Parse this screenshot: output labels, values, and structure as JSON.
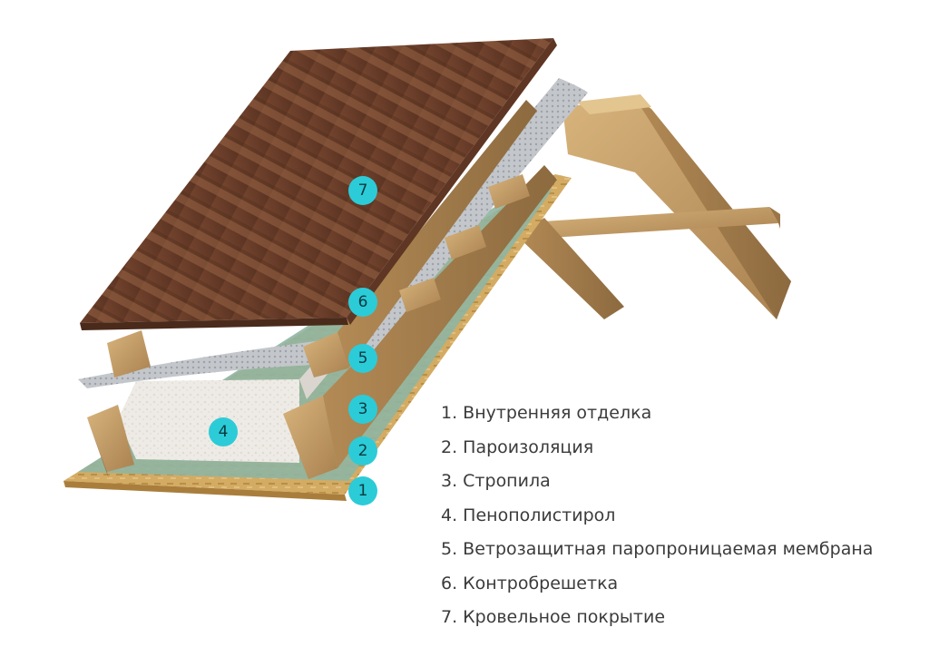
{
  "layers": [
    {
      "number": "1",
      "label": "1. Внутренняя отделка"
    },
    {
      "number": "2",
      "label": "2. Пароизоляция"
    },
    {
      "number": "3",
      "label": "3. Стропила"
    },
    {
      "number": "4",
      "label": "4. Пенополистирол"
    },
    {
      "number": "5",
      "label": "5. Ветрозащитная паропроницаемая мембрана"
    },
    {
      "number": "6",
      "label": "6. Контробрешетка"
    },
    {
      "number": "7",
      "label": "7. Кровельное покрытие"
    }
  ],
  "colors": {
    "marker": "#2ccbd8",
    "roofing": "#6b3f2a",
    "timber": "#c79c63",
    "insulation": "#ece9e4",
    "membrane": "#b9bcc0",
    "osb": "#cfa55c",
    "vapor_barrier": "#8fb5a2"
  }
}
